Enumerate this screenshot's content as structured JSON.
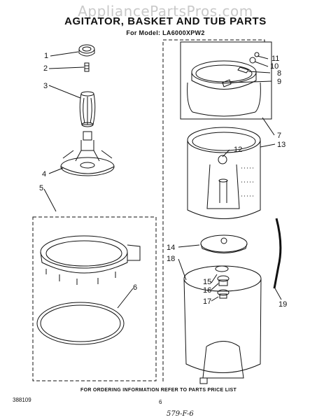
{
  "watermark": "AppliancePartsPros.com",
  "title": "AGITATOR, BASKET AND TUB PARTS",
  "subtitle": "For Model: LA6000XPW2",
  "footer_note": "FOR ORDERING INFORMATION REFER TO PARTS PRICE LIST",
  "doc_number": "388109",
  "page_number": "6",
  "handwritten": "579-F-6",
  "callouts": {
    "c1": "1",
    "c2": "2",
    "c3": "3",
    "c4": "4",
    "c5": "5",
    "c6": "6",
    "c7": "7",
    "c8": "8",
    "c9": "9",
    "c10": "10",
    "c11": "11",
    "c12": "12",
    "c13": "13",
    "c14": "14",
    "c15": "15",
    "c16": "16",
    "c17": "17",
    "c18": "18",
    "c19": "19"
  }
}
